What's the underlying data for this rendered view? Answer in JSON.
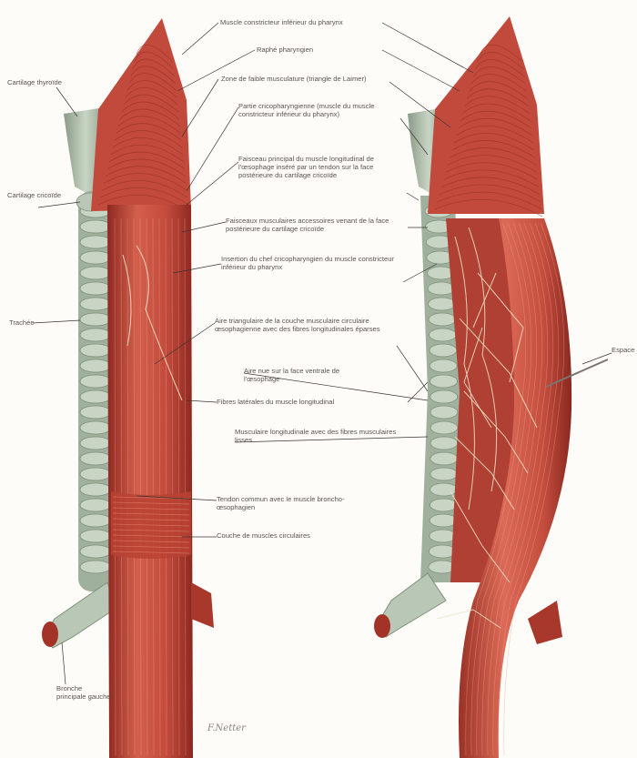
{
  "figure": {
    "signature": "F.Netter",
    "labels_center": [
      "Muscle constricteur inférieur du pharynx",
      "Raphé pharyngien",
      "Zone de faible musculature (triangle de Laimer)",
      "Partie cricopharyngienne (muscle du muscle constricteur inférieur du pharynx)",
      "Faisceau principal du muscle longitudinal de l'œsophage inséré par un tendon sur la face postérieure du cartilage cricoïde",
      "Faisceaux musculaires accessoires venant de la face postérieure du cartilage cricoïde",
      "Insertion du chef cricopharyngien du muscle constricteur inférieur du pharynx",
      "Aire triangulaire de la couche musculaire circulaire œsophagienne avec des fibres longitudinales éparses",
      "Aire nue sur la face ventrale de l'œsophage",
      "Fibres latérales du muscle longitudinal",
      "Musculaire longitudinale avec des fibres musculaires lisses",
      "Tendon commun avec le muscle broncho-œsophagien",
      "Couche de muscles circulaires"
    ],
    "labels_left": [
      "Cartilage thyroïde",
      "Cartilage cricoïde",
      "Trachée",
      "Bronche principale gauche"
    ],
    "label_right": "Espace"
  },
  "colors": {
    "muscle": "#c24a3c",
    "muscle_dark": "#8f2a22",
    "muscle_light": "#e08a78",
    "cartilage": "#b9c7b6",
    "cartilage_dark": "#8a9a88",
    "nerve": "#efe6c8",
    "leader": "#3a3530"
  }
}
